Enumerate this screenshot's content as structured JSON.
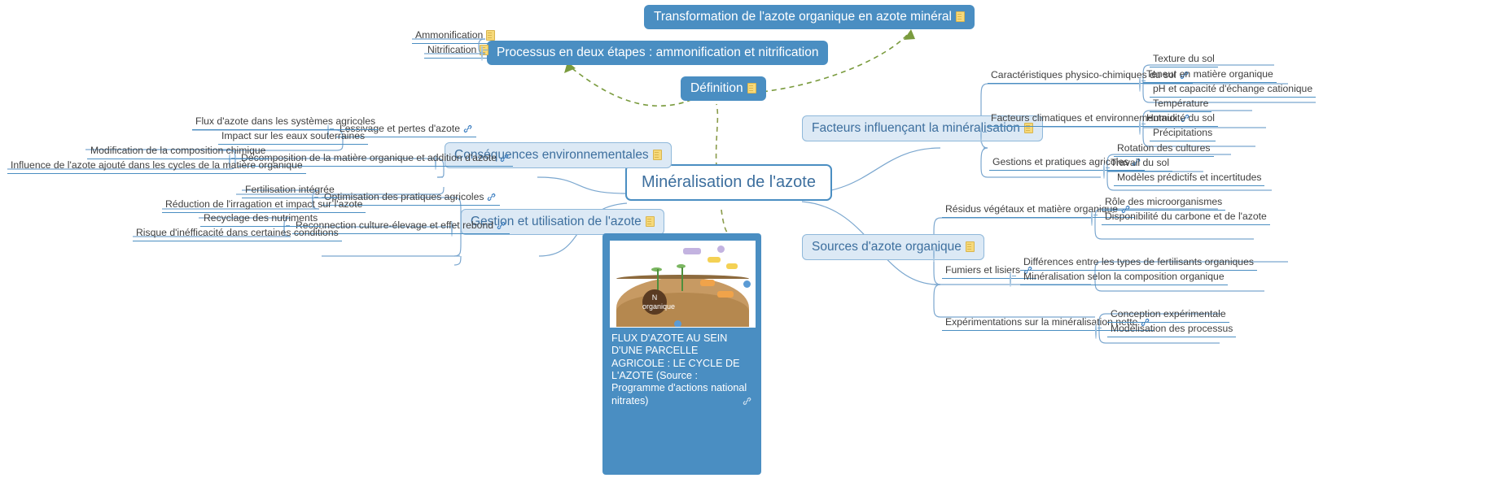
{
  "map": {
    "root": {
      "label": "Minéralisation de l'azote"
    },
    "branches": {
      "definition": {
        "label": "Définition",
        "icon": "note-icon",
        "children": [
          {
            "label": "Processus en deux étapes : ammonification et nitrification",
            "icon": "none",
            "children": [
              {
                "label": "Ammonification",
                "icon": "note-icon"
              },
              {
                "label": "Nitrification",
                "icon": "note-icon"
              }
            ]
          },
          {
            "label": "Transformation de l'azote organique en azote minéral",
            "icon": "note-icon",
            "children": []
          }
        ]
      },
      "facteurs": {
        "label": "Facteurs influençant la minéralisation",
        "icon": "note-icon",
        "children": [
          {
            "label": "Caractéristiques physico-chimiques du sol",
            "icon": "link-icon",
            "children": [
              {
                "label": "Texture du sol"
              },
              {
                "label": "Teneur en matière organique"
              },
              {
                "label": "pH et capacité d'échange cationique"
              }
            ]
          },
          {
            "label": "Facteurs climatiques et environnementaux",
            "icon": "link-icon",
            "children": [
              {
                "label": "Température"
              },
              {
                "label": "Humidité du sol"
              },
              {
                "label": "Précipitations"
              }
            ]
          },
          {
            "label": "Gestions et pratiques agricoles",
            "icon": "link-icon",
            "children": [
              {
                "label": "Rotation des cultures"
              },
              {
                "label": "Travail du sol"
              },
              {
                "label": "Modèles prédictifs et incertitudes"
              }
            ]
          }
        ]
      },
      "sources": {
        "label": "Sources d'azote organique",
        "icon": "note-icon",
        "children": [
          {
            "label": "Résidus végétaux et matière organique",
            "icon": "link-icon",
            "children": [
              {
                "label": "Rôle des microorganismes"
              },
              {
                "label": "Disponibilité du carbone et de l'azote"
              }
            ]
          },
          {
            "label": "Fumiers et lisiers",
            "icon": "link-icon",
            "children": [
              {
                "label": "Différences entre les types de fertilisants organiques"
              },
              {
                "label": "Minéralisation selon la composition organique"
              }
            ]
          },
          {
            "label": "Expérimentations sur la minéralisation nette",
            "icon": "link-icon",
            "children": [
              {
                "label": "Conception expérimentale"
              },
              {
                "label": "Modélisation des processus"
              }
            ]
          }
        ]
      },
      "consequences": {
        "label": "Conséquences environnementales",
        "icon": "note-icon",
        "children": [
          {
            "label": "Lessivage et pertes d'azote",
            "icon": "link-icon",
            "children": [
              {
                "label": "Flux d'azote dans les systèmes agricoles"
              },
              {
                "label": "Impact sur les eaux souterraines"
              }
            ]
          },
          {
            "label": "Décomposition de la matière organique et addition d'azote",
            "icon": "link-icon",
            "children": [
              {
                "label": "Modification de la composition chimique"
              },
              {
                "label": "Influence de l'azote ajouté dans les cycles de la matière organique"
              }
            ]
          }
        ]
      },
      "gestion": {
        "label": "Gestion et utilisation de l'azote",
        "icon": "note-icon",
        "children": [
          {
            "label": "Optimisation des pratiques agricoles",
            "icon": "link-icon",
            "children": [
              {
                "label": "Fertilisation intégrée"
              },
              {
                "label": "Réduction de l'irragation et impact sur l'azote"
              }
            ]
          },
          {
            "label": "Reconnection culture-élevage et effet rebond",
            "icon": "link-icon",
            "children": [
              {
                "label": "Recyclage des nutriments"
              },
              {
                "label": "Risque d'inéfficacité dans certaines conditions"
              }
            ]
          }
        ]
      },
      "image": {
        "caption": "FLUX D'AZOTE AU SEIN D'UNE PARCELLE AGRICOLE : LE CYCLE DE L'AZOTE (Source : Programme d'actions national nitrates)",
        "icon": "link-icon",
        "figure_labels": {
          "n_organique": "N organique"
        }
      }
    }
  },
  "colors": {
    "accent_blue": "#4a8ec2",
    "pale_blue": "#dce9f5",
    "text_blue": "#3d6f9e",
    "link_green": "#7a9b3e",
    "note_yellow": "#f6d97a",
    "text_dark": "#404040"
  }
}
